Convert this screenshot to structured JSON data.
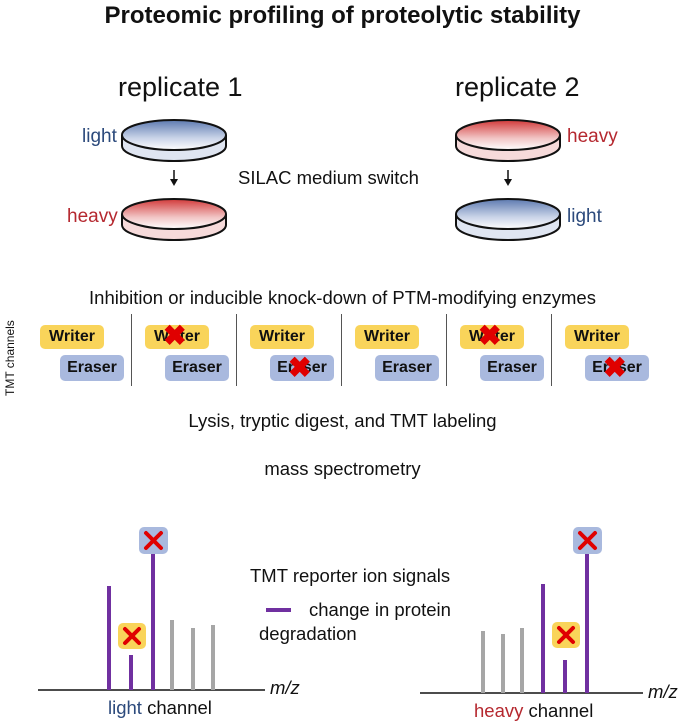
{
  "title": "Proteomic profiling of proteolytic stability",
  "replicates": [
    {
      "label": "replicate 1",
      "top_label": "light",
      "bottom_label": "heavy"
    },
    {
      "label": "replicate 2",
      "top_label": "heavy",
      "bottom_label": "light"
    }
  ],
  "silac_label": "SILAC medium switch",
  "tmt_channels_label": "TMT channels",
  "inhibition_label": "Inhibition or inducible knock-down of PTM-modifying enzymes",
  "enzyme_labels": {
    "writer": "Writer",
    "eraser": "Eraser"
  },
  "lysis_label": "Lysis, tryptic digest, and TMT labeling",
  "ms_label": "mass spectrometry",
  "legend": {
    "title": "TMT reporter ion signals",
    "line1": "change in protein",
    "line2": "degradation"
  },
  "axis_label": "m/z",
  "channels": {
    "light": {
      "word": "light",
      "rest": " channel"
    },
    "heavy": {
      "word": "heavy",
      "rest": " channel"
    }
  },
  "colors": {
    "purple": "#7030a0",
    "gray": "#a6a6a6",
    "writer": "#f9d45a",
    "eraser": "#a9b9de",
    "cross": "#e00000"
  }
}
